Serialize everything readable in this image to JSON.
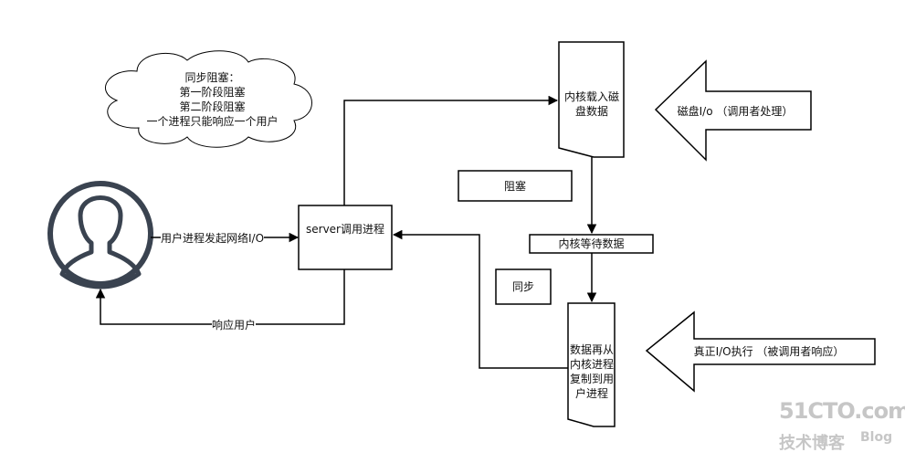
{
  "cloud": {
    "lines": [
      "同步阻塞：",
      "第一阶段阻塞",
      "第二阶段阻塞",
      "一个进程只能响应一个用户"
    ]
  },
  "edges": {
    "user_to_server": "用户进程发起网络I/O",
    "server_to_user": "响应用户"
  },
  "nodes": {
    "server": "server调用进程",
    "kernel_load": "内核载入磁盘数据",
    "kernel_wait": "内核等待数据",
    "copy_data": "数据再从内核进程复制到用户进程"
  },
  "notes": {
    "blocking": "阻塞",
    "sync": "同步"
  },
  "arrows": {
    "disk_io": "磁盘I/o （调用者处理）",
    "real_io": "真正I/O执行 （被调用者响应）"
  },
  "watermark": {
    "brand": "51CTO.com",
    "sub": "技术博客",
    "blog": "Blog"
  },
  "colors": {
    "avatar": "#3a4350",
    "stroke": "#000000"
  }
}
